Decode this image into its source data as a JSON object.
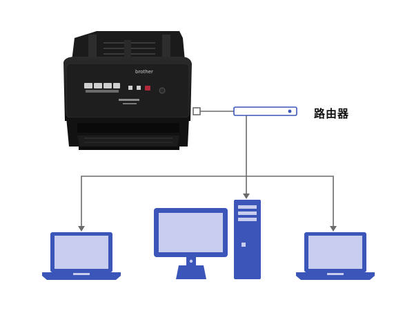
{
  "diagram": {
    "router_label": "路由器",
    "scanner": {
      "brand": "brother",
      "kind": "document-scanner"
    },
    "devices": [
      "laptop",
      "desktop-computer",
      "laptop"
    ],
    "colors": {
      "device_blue": "#3b55b8",
      "screen_fill": "#c9cdf0",
      "connector": "#6b6b6b",
      "scanner_body": "#141414"
    }
  }
}
